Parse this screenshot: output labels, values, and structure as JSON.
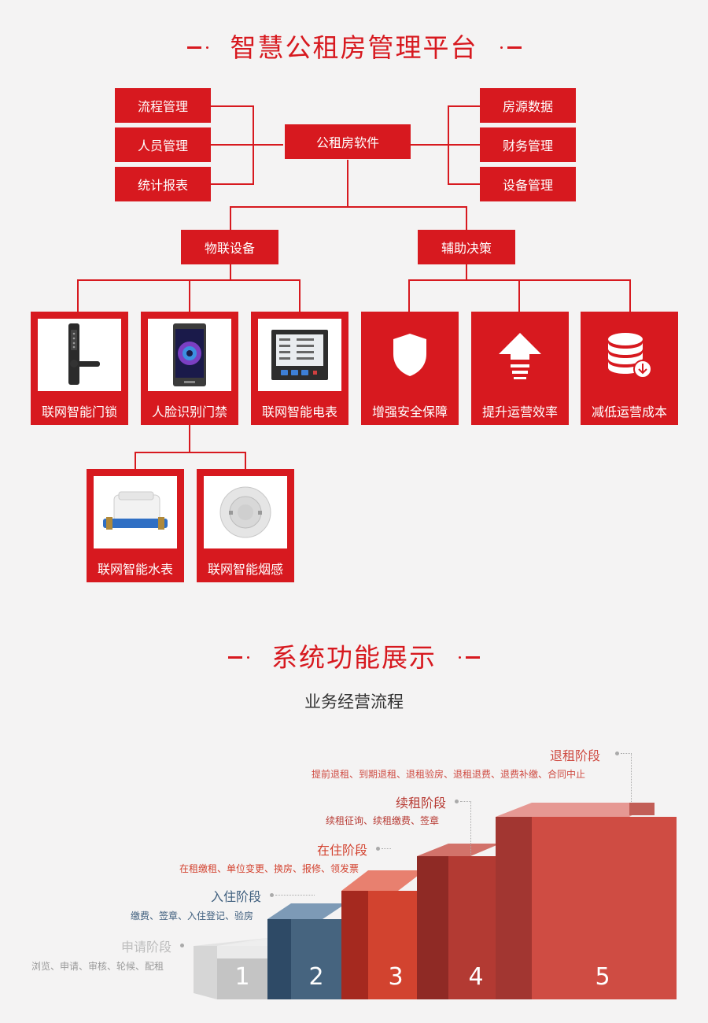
{
  "section1": {
    "title": "智慧公租房管理平台",
    "root": "公租房软件",
    "left_items": [
      "流程管理",
      "人员管理",
      "统计报表"
    ],
    "right_items": [
      "房源数据",
      "财务管理",
      "设备管理"
    ],
    "branch_iot": "物联设备",
    "branch_aux": "辅助决策",
    "iot_devices": [
      "联网智能门锁",
      "人脸识别门禁",
      "联网智能电表"
    ],
    "aux_benefits": [
      "增强安全保障",
      "提升运营效率",
      "减低运营成本"
    ],
    "sub_devices": [
      "联网智能水表",
      "联网智能烟感"
    ]
  },
  "section2": {
    "title": "系统功能展示",
    "subtitle": "业务经营流程",
    "stages": [
      {
        "num": "1",
        "title": "申请阶段",
        "desc": "浏览、申请、审核、轮候、配租",
        "color": "#bdbdbd"
      },
      {
        "num": "2",
        "title": "入住阶段",
        "desc": "缴费、签章、入住登记、验房",
        "color": "#3f5f7e"
      },
      {
        "num": "3",
        "title": "在住阶段",
        "desc": "在租缴租、单位变更、换房、报修、领发票",
        "color": "#d34330"
      },
      {
        "num": "4",
        "title": "续租阶段",
        "desc": "续租征询、续租缴费、签章",
        "color": "#b73b34"
      },
      {
        "num": "5",
        "title": "退租阶段",
        "desc": "提前退租、到期退租、退租验房、退租退费、退费补缴、合同中止",
        "color": "#cf4b42"
      }
    ]
  },
  "colors": {
    "accent": "#d7191f",
    "text_dark": "#333333"
  },
  "icons": [
    "door-lock",
    "face-terminal",
    "electric-meter",
    "shield",
    "upload-arrow",
    "database-cost",
    "water-meter",
    "smoke-detector"
  ]
}
